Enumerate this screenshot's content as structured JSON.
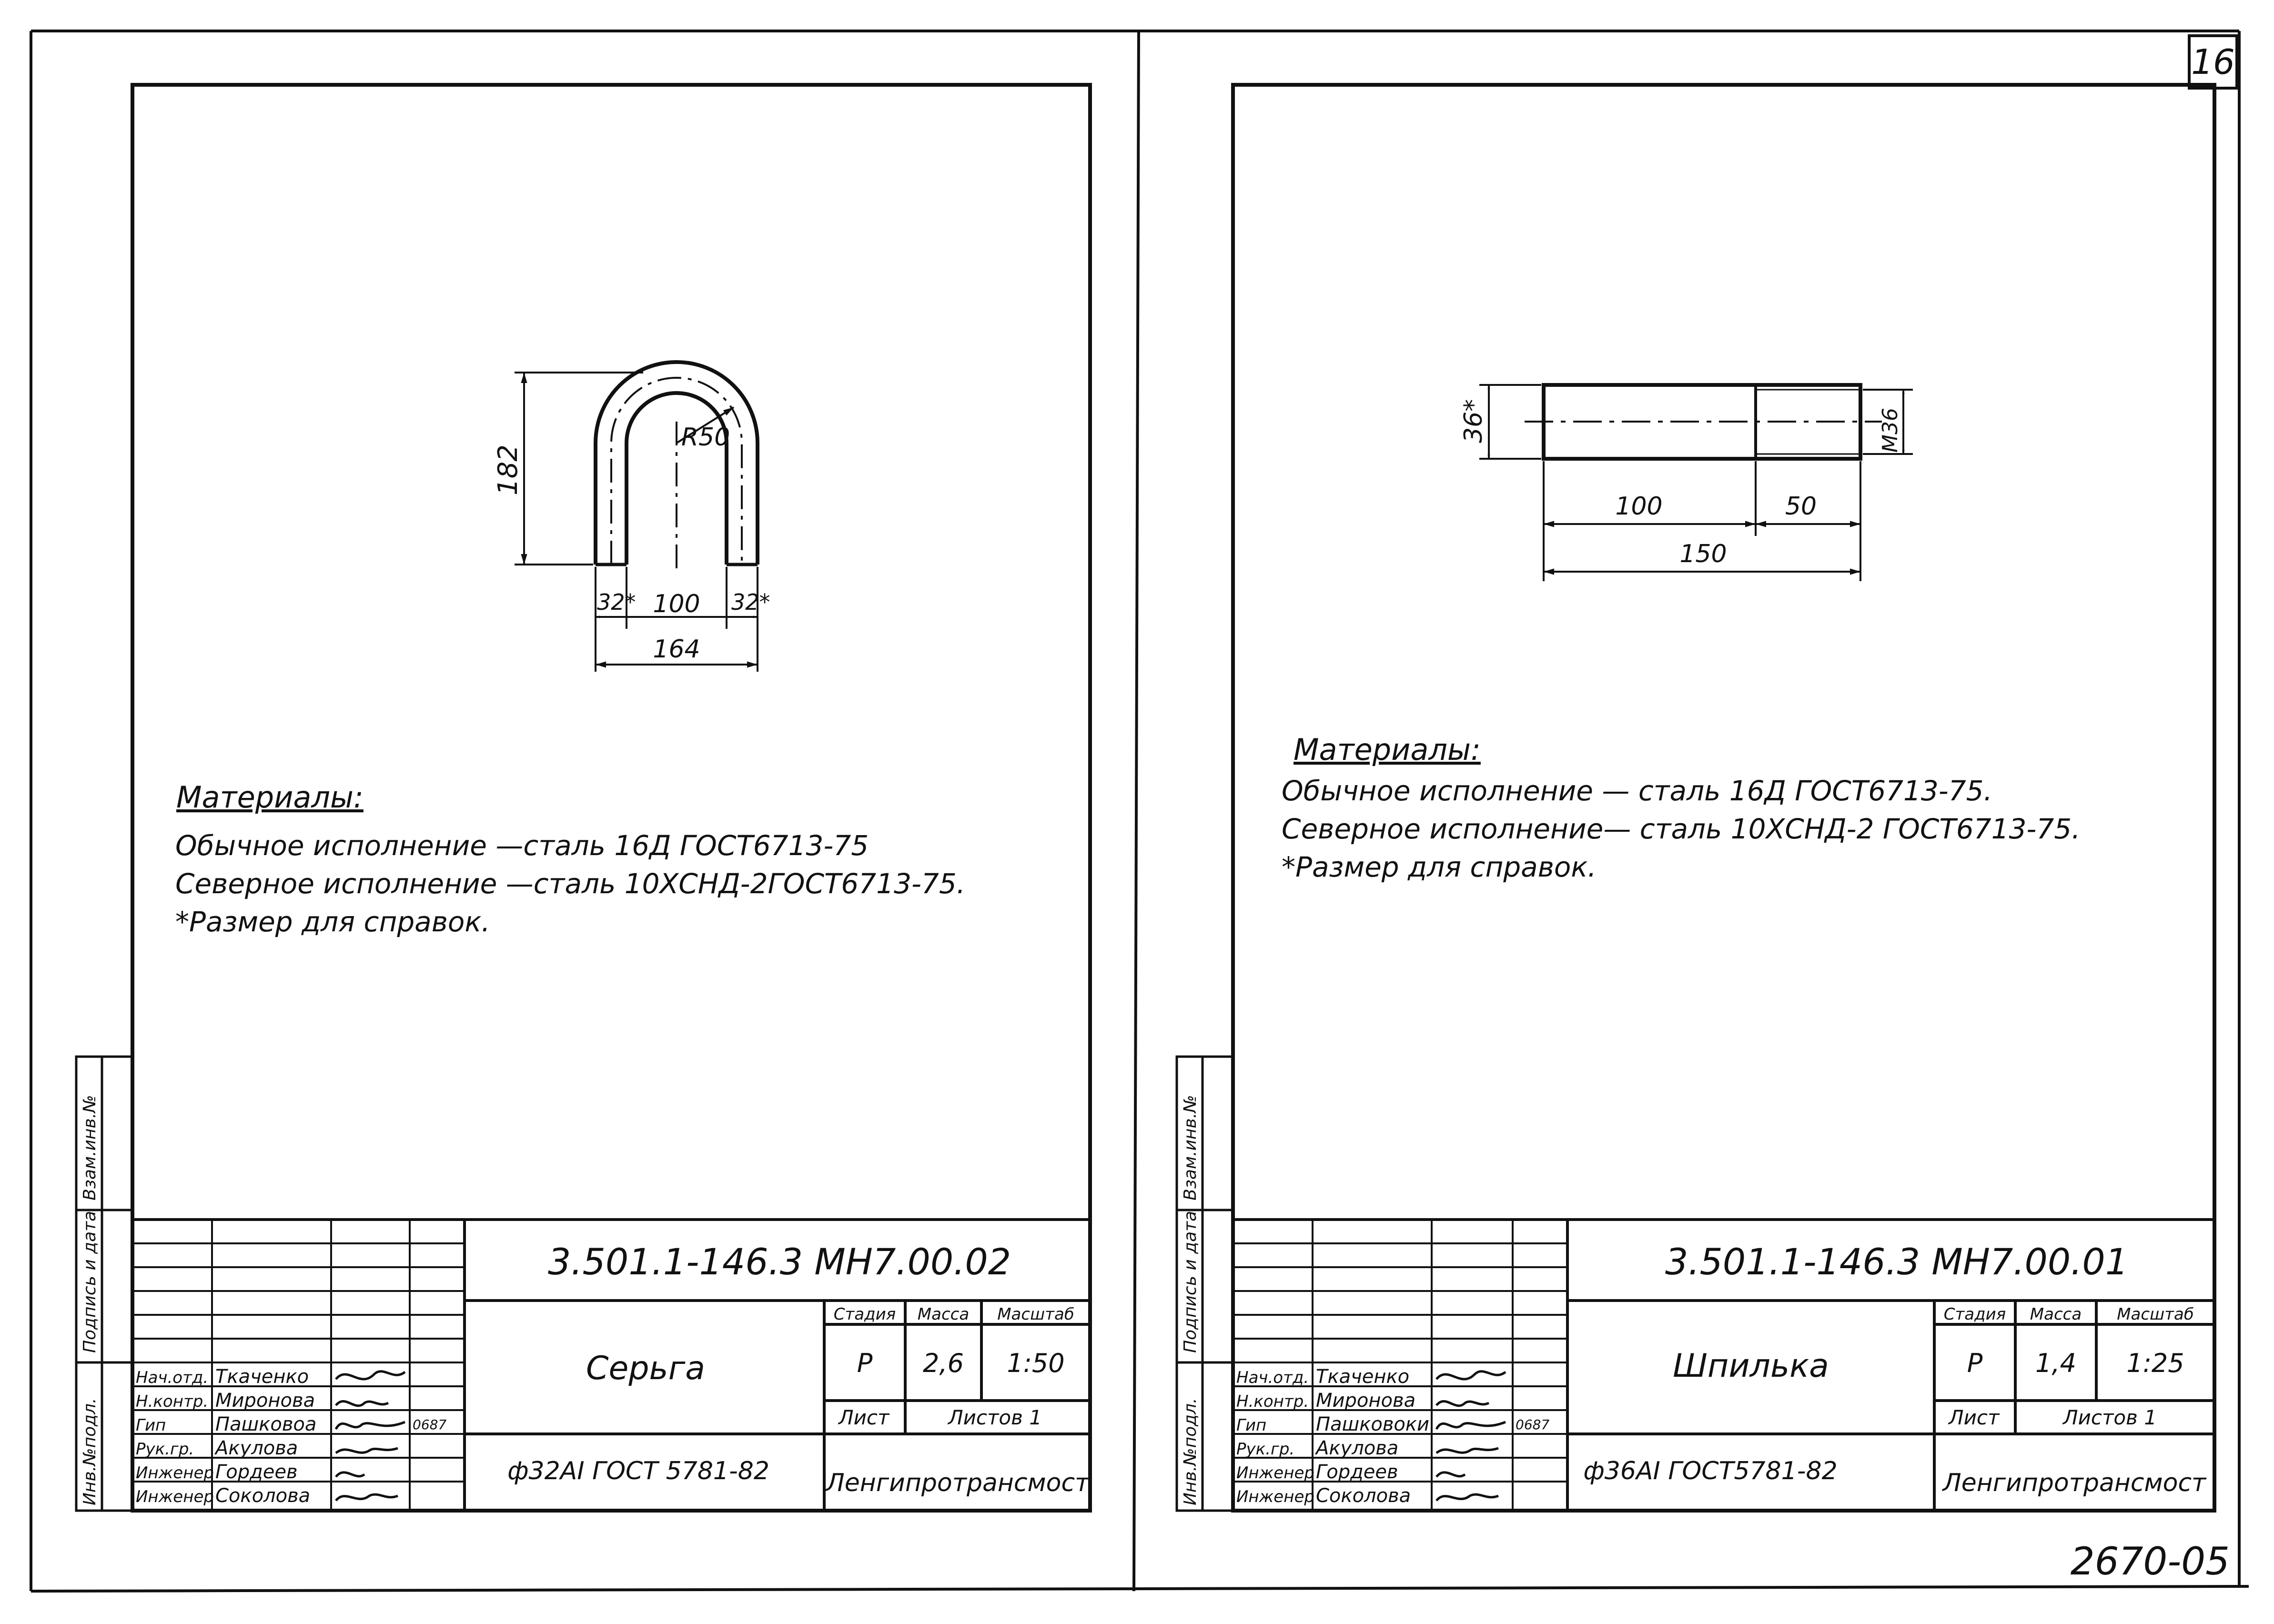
{
  "sheet_number": "16",
  "archive_number": "2670-05",
  "side_stamp_labels": [
    "Взам.инв.№",
    "Подпись и дата",
    "Инв.№подл."
  ],
  "left": {
    "dimensions": {
      "height": "182",
      "radius": "R50",
      "leg_left": "32*",
      "gap": "100",
      "leg_right": "32*",
      "overall": "164"
    },
    "materials": {
      "heading": "Материалы:",
      "line1": "Обычное исполнение —сталь 16Д ГОСТ6713-75",
      "line2": "Северное исполнение —сталь 10ХСНД-2ГОСТ6713-75.",
      "line3": "*Размер  для справок."
    },
    "title_block": {
      "designation": "3.501.1-146.3     МН7.00.02",
      "name": "Серьга",
      "material": "ф32АI   ГОСТ 5781-82",
      "organization": "Ленгипротрансмост",
      "hdr_stage": "Стадия",
      "hdr_mass": "Масса",
      "hdr_scale": "Масштаб",
      "stage": "Р",
      "mass": "2,6",
      "scale": "1:50",
      "sheet_label": "Лист",
      "sheets_label": "Листов 1",
      "roles": [
        "Нач.отд.",
        "Н.контр.",
        "Гип",
        "Рук.гр.",
        "Инженер",
        "Инженер"
      ],
      "names": [
        "Ткаченко",
        "Миронова",
        "Пашковоа",
        "Акулова",
        "Гордеев",
        "Соколова"
      ],
      "date_code": "0687"
    }
  },
  "right": {
    "dimensions": {
      "diameter": "36*",
      "thread": "M36",
      "length_a": "100",
      "length_b": "50",
      "overall": "150"
    },
    "materials": {
      "heading": "Материалы:",
      "line1": "Обычное исполнение — сталь 16Д ГОСТ6713-75.",
      "line2": "Северное исполнение— сталь 10ХСНД-2 ГОСТ6713-75.",
      "line3": "*Размер  для справок."
    },
    "title_block": {
      "designation": "3.501.1-146.3     МН7.00.01",
      "name": "Шпилька",
      "material": "ф36АI  ГОСТ5781-82",
      "organization": "Ленгипротрансмост",
      "hdr_stage": "Стадия",
      "hdr_mass": "Масса",
      "hdr_scale": "Масштаб",
      "stage": "Р",
      "mass": "1,4",
      "scale": "1:25",
      "sheet_label": "Лист",
      "sheets_label": "Листов 1",
      "roles": [
        "Нач.отд.",
        "Н.контр.",
        "Гип",
        "Рук.гр.",
        "Инженер",
        "Инженер"
      ],
      "names": [
        "Ткаченко",
        "Миронова",
        "Пашковоки",
        "Акулова",
        "Гордеев",
        "Соколова"
      ],
      "date_code": "0687"
    }
  }
}
